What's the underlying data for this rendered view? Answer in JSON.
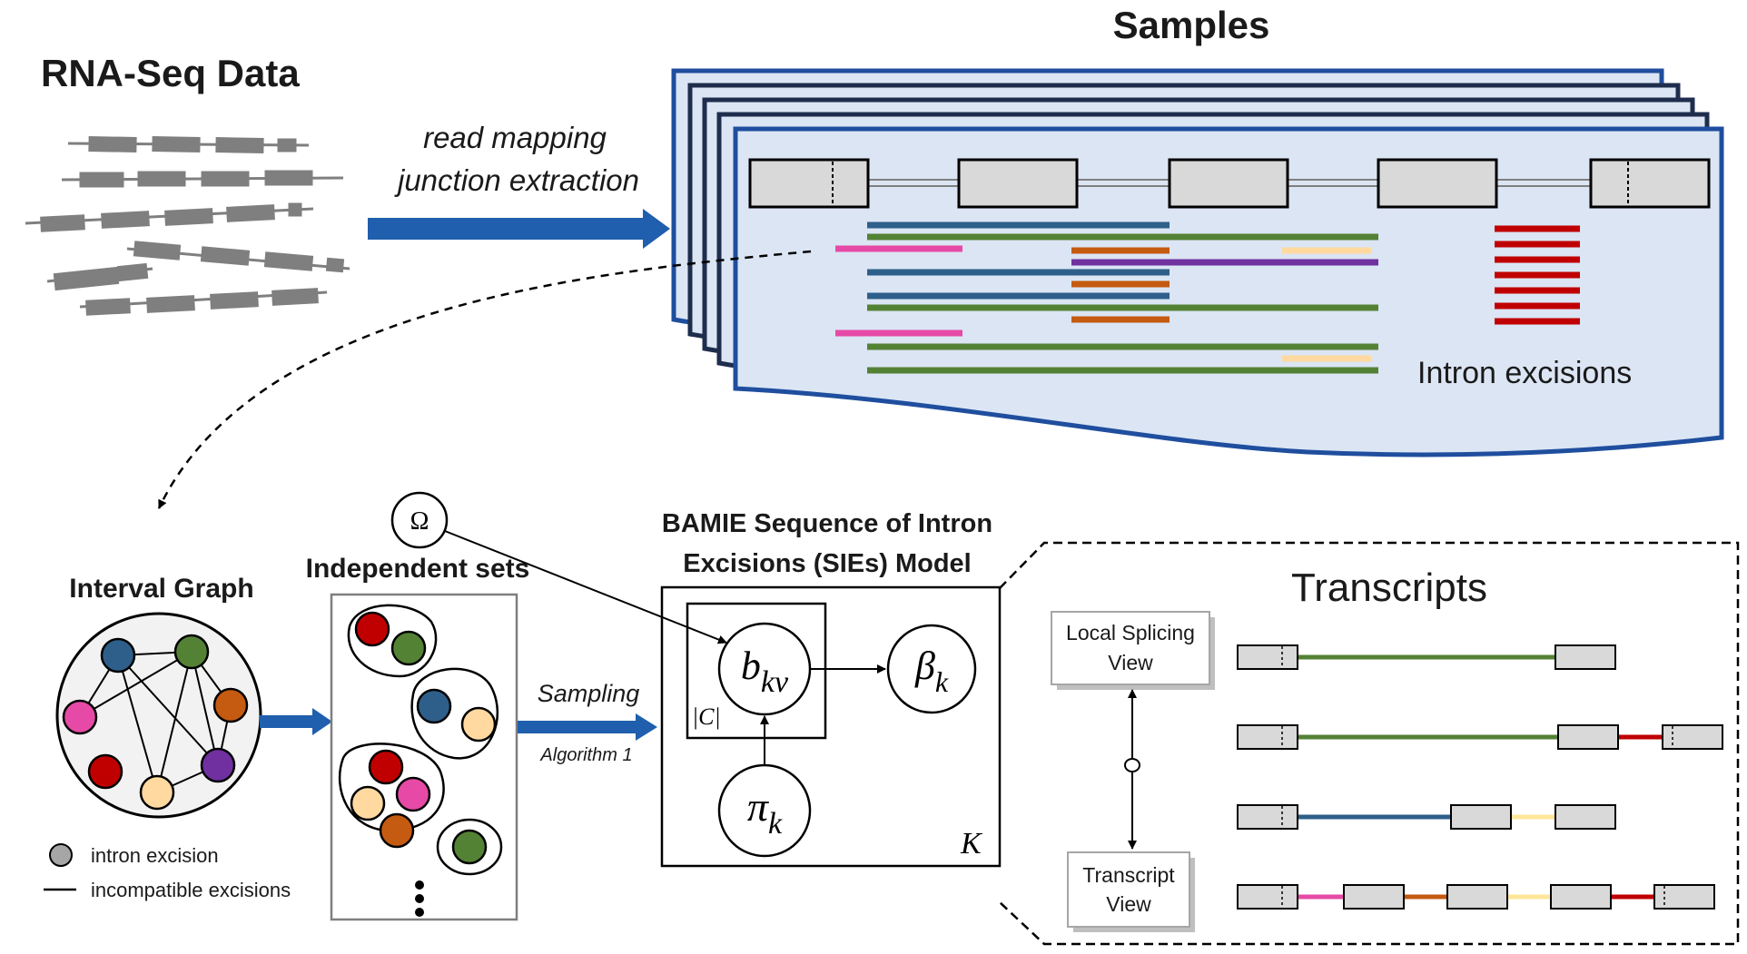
{
  "top": {
    "rnaseq_title": "RNA-Seq Data",
    "samples_title": "Samples",
    "arrow_label_1": "read mapping",
    "arrow_label_2": "junction extraction",
    "intron_label": "Intron excisions"
  },
  "graph": {
    "title": "Interval Graph",
    "legend_node": "intron excision",
    "legend_edge": "incompatible excisions"
  },
  "sets": {
    "title": "Independent sets",
    "more": "⋮"
  },
  "sampling": {
    "label": "Sampling",
    "sublabel": "Algorithm 1"
  },
  "model": {
    "title_1": "BAMIE Sequence of Intron",
    "title_2": "Excisions  (SIEs) Model",
    "omega": "Ω",
    "b_main": "b",
    "b_sub": "kv",
    "beta_main": "β",
    "beta_sub": "k",
    "pi_main": "π",
    "pi_sub": "k",
    "plate_inner": "|C|",
    "plate_outer": "K"
  },
  "transcripts": {
    "title": "Transcripts",
    "local_1": "Local Splicing",
    "local_2": "View",
    "tview_1": "Transcript",
    "tview_2": "View"
  },
  "colors": {
    "arrow_blue": "#1f5fad",
    "sample_border": "#1f4e9e",
    "sample_fill": "#dbe5f4",
    "exon_fill": "#d9d9d9",
    "read_gray": "#7f7f7f",
    "red": "#c00000",
    "green": "#548235",
    "blue": "#2e5f8a",
    "orange": "#c55a11",
    "pink": "#e64aa6",
    "purple": "#7030a0",
    "light_orange": "#ffd9a0",
    "light_yellow": "#ffe699"
  }
}
